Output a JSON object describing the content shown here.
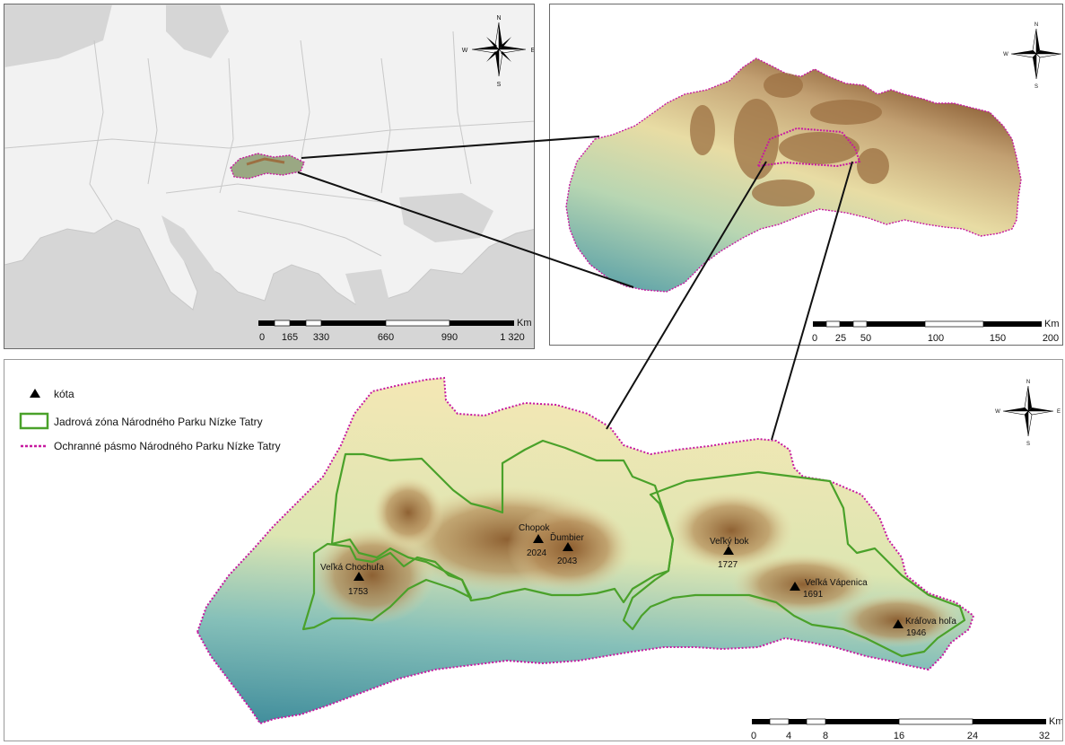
{
  "compass": {
    "n": "N",
    "s": "S",
    "e": "E",
    "w": "W"
  },
  "panels": {
    "europe": {
      "scale": {
        "unit": "Km",
        "ticks": [
          "0",
          "165",
          "330",
          "660",
          "990",
          "1 320"
        ]
      }
    },
    "slovakia": {
      "scale": {
        "unit": "Km",
        "ticks": [
          "0",
          "25",
          "50",
          "100",
          "150",
          "200"
        ]
      }
    },
    "park": {
      "scale": {
        "unit": "Km",
        "ticks": [
          "0",
          "4",
          "8",
          "16",
          "24",
          "32"
        ]
      },
      "legend": {
        "peak": "kóta",
        "core_zone": "Jadrová zóna Národného Parku Nízke Tatry",
        "buffer_zone": "Ochranné pásmo Národného Parku Nízke Tatry"
      },
      "peaks": [
        {
          "name": "Chopok",
          "elevation": "2024"
        },
        {
          "name": "Ďumbier",
          "elevation": "2043"
        },
        {
          "name": "Veľká Chochuľa",
          "elevation": "1753"
        },
        {
          "name": "Veľký bok",
          "elevation": "1727"
        },
        {
          "name": "Veľká Vápenica",
          "elevation": "1691"
        },
        {
          "name": "Kráľova hoľa",
          "elevation": "1946"
        }
      ]
    }
  },
  "colors": {
    "core_zone": "#4aa12a",
    "buffer_zone": "#c71aa0",
    "lowland": "#5fa6ae",
    "mountain": "#9c7042",
    "land_gray": "#f2f2f2",
    "sea_gray": "#d6d6d6"
  }
}
